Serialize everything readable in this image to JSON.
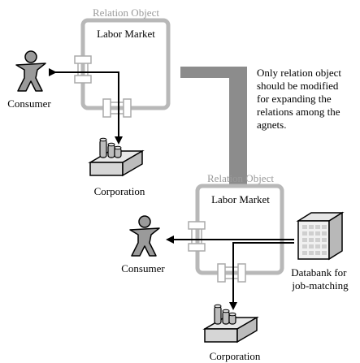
{
  "top": {
    "frame_title": "Relation Object",
    "box_label": "Labor Market",
    "consumer_label": "Consumer",
    "corporation_label": "Corporation"
  },
  "annotation": {
    "lines": [
      "Only relation object",
      "should be modified",
      "for expanding the",
      "relations among the",
      "agnets."
    ]
  },
  "bottom": {
    "frame_title": "Relation Object",
    "box_label": "Labor Market",
    "consumer_label": "Consumer",
    "corporation_label": "Corporation",
    "databank_lines": [
      "Databank for",
      "job-matching"
    ]
  },
  "colors": {
    "frame": "#b8b8b8",
    "frame_title": "#9a9a9a",
    "arrow": "#000000",
    "big_arrow": "#8c8c8c",
    "text": "#000000"
  }
}
